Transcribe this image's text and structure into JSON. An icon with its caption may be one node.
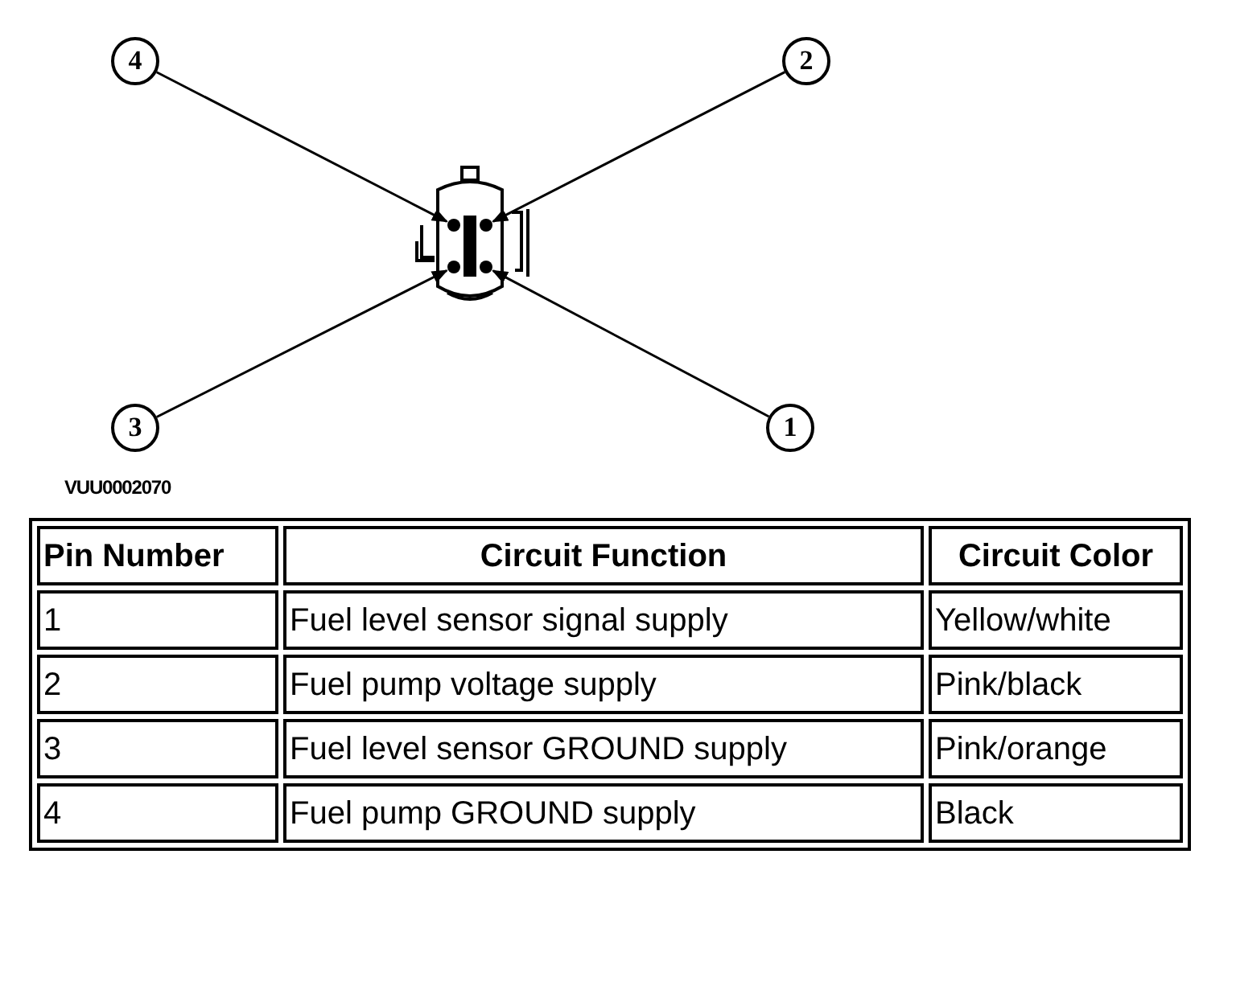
{
  "diagram": {
    "nodes": [
      {
        "text": [
          "4"
        ]
      },
      {
        "text": [
          "2"
        ]
      },
      {
        "text": [],
        "shape": "circle"
      },
      {
        "text": [],
        "shape": "circle"
      },
      {
        "text": [],
        "shape": "circle"
      },
      {
        "text": [],
        "shape": "circle"
      },
      {
        "text": [
          "3"
        ]
      },
      {
        "text": [
          "1"
        ]
      }
    ],
    "edges": [
      {
        "from": 0,
        "to": 2,
        "arrow": "to"
      },
      {
        "from": 1,
        "to": 3,
        "arrow": "to"
      },
      {
        "from": 6,
        "to": 4,
        "arrow": "to"
      },
      {
        "from": 7,
        "to": 5,
        "arrow": "to"
      }
    ],
    "labels": [
      "VUU0002070",
      "Pin Number",
      "Circuit Function",
      "Circuit Color",
      "1",
      "Fuel level sensor signal supply",
      "Yellow/white",
      "2",
      "Fuel pump voltage supply",
      "Pink/black",
      "3",
      "Fuel level sensor GROUND supply",
      "Pink/orange",
      "4",
      "Fuel pump GROUND supply",
      "Black"
    ]
  }
}
